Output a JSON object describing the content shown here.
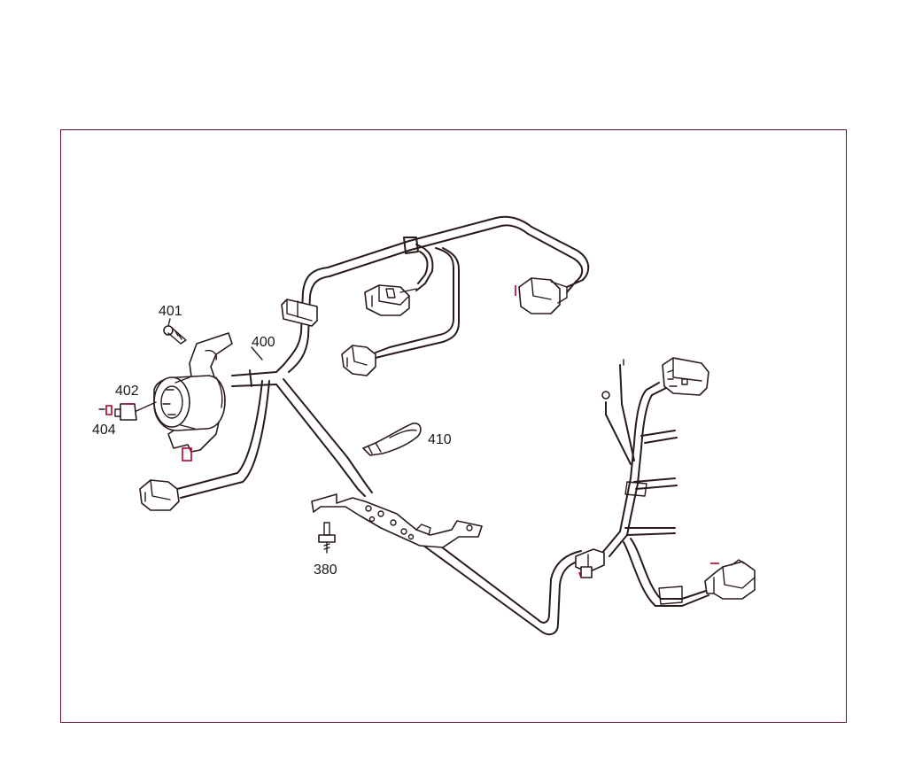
{
  "colors": {
    "frame": "#6b1530",
    "line": "#2a1a1a",
    "accent": "#b8002a"
  },
  "callouts": [
    {
      "id": "401",
      "text": "401"
    },
    {
      "id": "400",
      "text": "400"
    },
    {
      "id": "402",
      "text": "402"
    },
    {
      "id": "404",
      "text": "404"
    },
    {
      "id": "410",
      "text": "410"
    },
    {
      "id": "380",
      "text": "380"
    }
  ]
}
